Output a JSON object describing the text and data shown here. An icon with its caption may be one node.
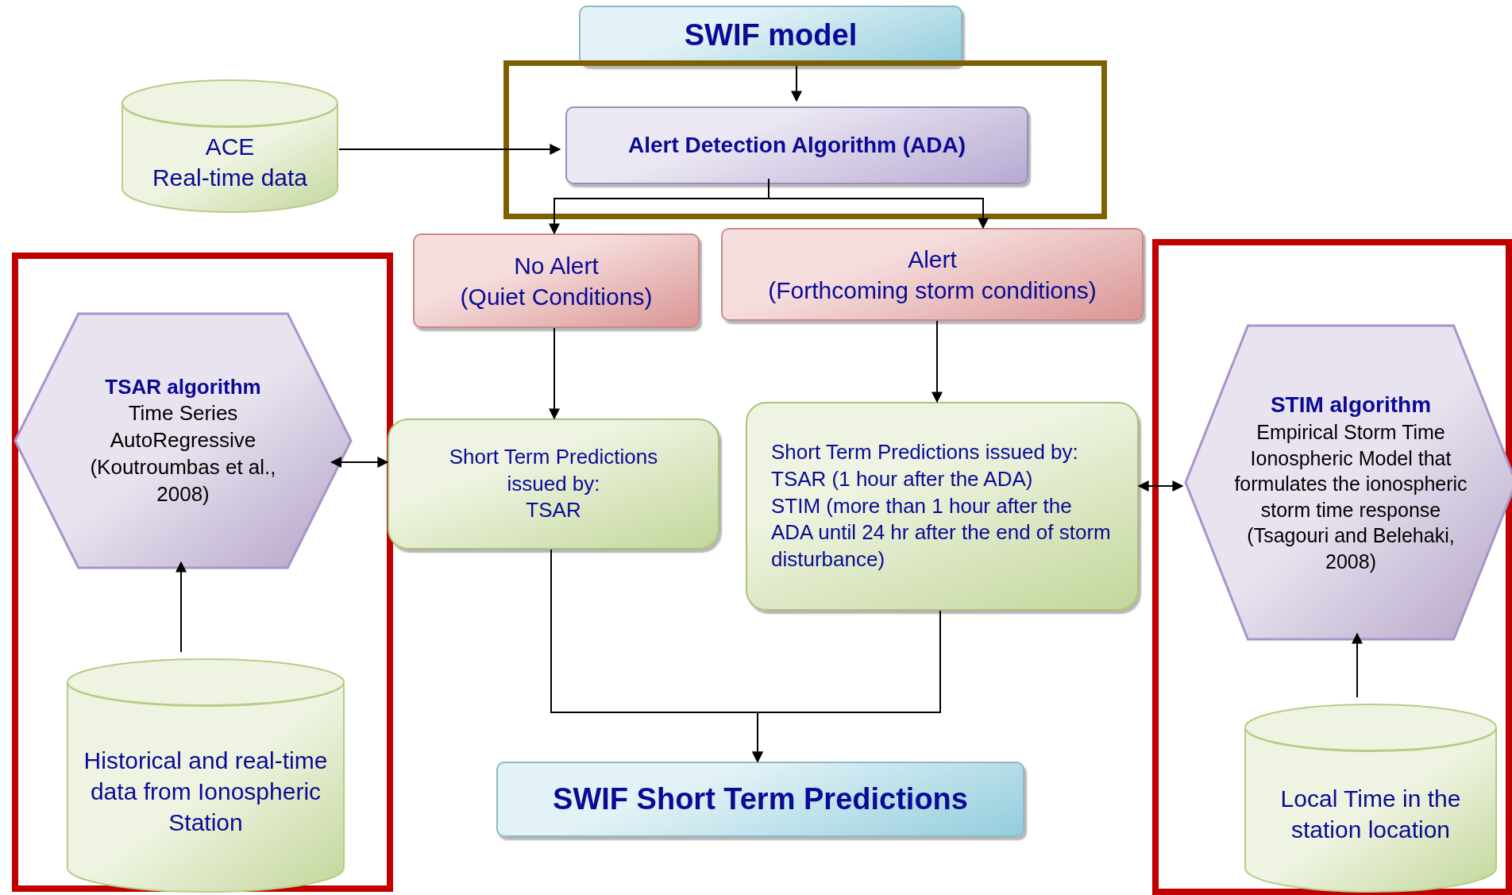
{
  "diagram": {
    "nodes": [
      {
        "text": [
          "SWIF model"
        ]
      },
      {
        "text": [],
        "shape": "box"
      },
      {
        "text": [
          "Alert Detection Algorithm (ADA)"
        ],
        "in": 1
      },
      {
        "text": [
          "ACE",
          "Real-time data"
        ]
      },
      {
        "text": [],
        "shape": "box"
      },
      {
        "text": [
          "TSAR algorithm",
          "Time Series AutoRegressive (Koutroumbas et al., 2008)"
        ],
        "in": 4
      },
      {
        "text": [
          "Historical and real-time data from Ionospheric Station"
        ],
        "in": 4
      },
      {
        "text": [
          "No Alert",
          "(Quiet Conditions)"
        ]
      },
      {
        "text": [
          "Alert",
          "(Forthcoming storm conditions)"
        ]
      },
      {
        "text": [
          "Short Term Predictions issued by:",
          "TSAR"
        ]
      },
      {
        "text": [
          "Short Term Predictions issued by:",
          "TSAR (1 hour after the ADA)",
          "STIM (more than 1 hour after the ADA until 24 hr after the end of storm disturbance)"
        ]
      },
      {
        "text": [],
        "shape": "box"
      },
      {
        "text": [
          "STIM algorithm",
          "Empirical Storm Time Ionospheric Model that formulates the ionospheric storm time response (Tsagouri and Belehaki, 2008)"
        ],
        "in": 11
      },
      {
        "text": [
          "Local Time in the station location"
        ],
        "in": 11
      },
      {
        "text": [
          "SWIF Short Term Predictions"
        ]
      }
    ],
    "edges": [
      {
        "from": 0,
        "to": 2,
        "arrow": "to"
      },
      {
        "from": 3,
        "to": 2,
        "arrow": "to"
      },
      {
        "from": 2,
        "to": 7,
        "arrow": "to"
      },
      {
        "from": 2,
        "to": 8,
        "arrow": "to"
      },
      {
        "from": 7,
        "to": 9,
        "arrow": "to"
      },
      {
        "from": 8,
        "to": 10,
        "arrow": "to"
      },
      {
        "from": 5,
        "to": 9,
        "arrow": "both"
      },
      {
        "from": 10,
        "to": 12,
        "arrow": "both"
      },
      {
        "from": 6,
        "to": 5,
        "arrow": "to"
      },
      {
        "from": 13,
        "to": 12,
        "arrow": "to"
      },
      {
        "from": 9,
        "to": 14,
        "arrow": "to"
      },
      {
        "from": 10,
        "to": 14,
        "arrow": "to"
      }
    ]
  }
}
